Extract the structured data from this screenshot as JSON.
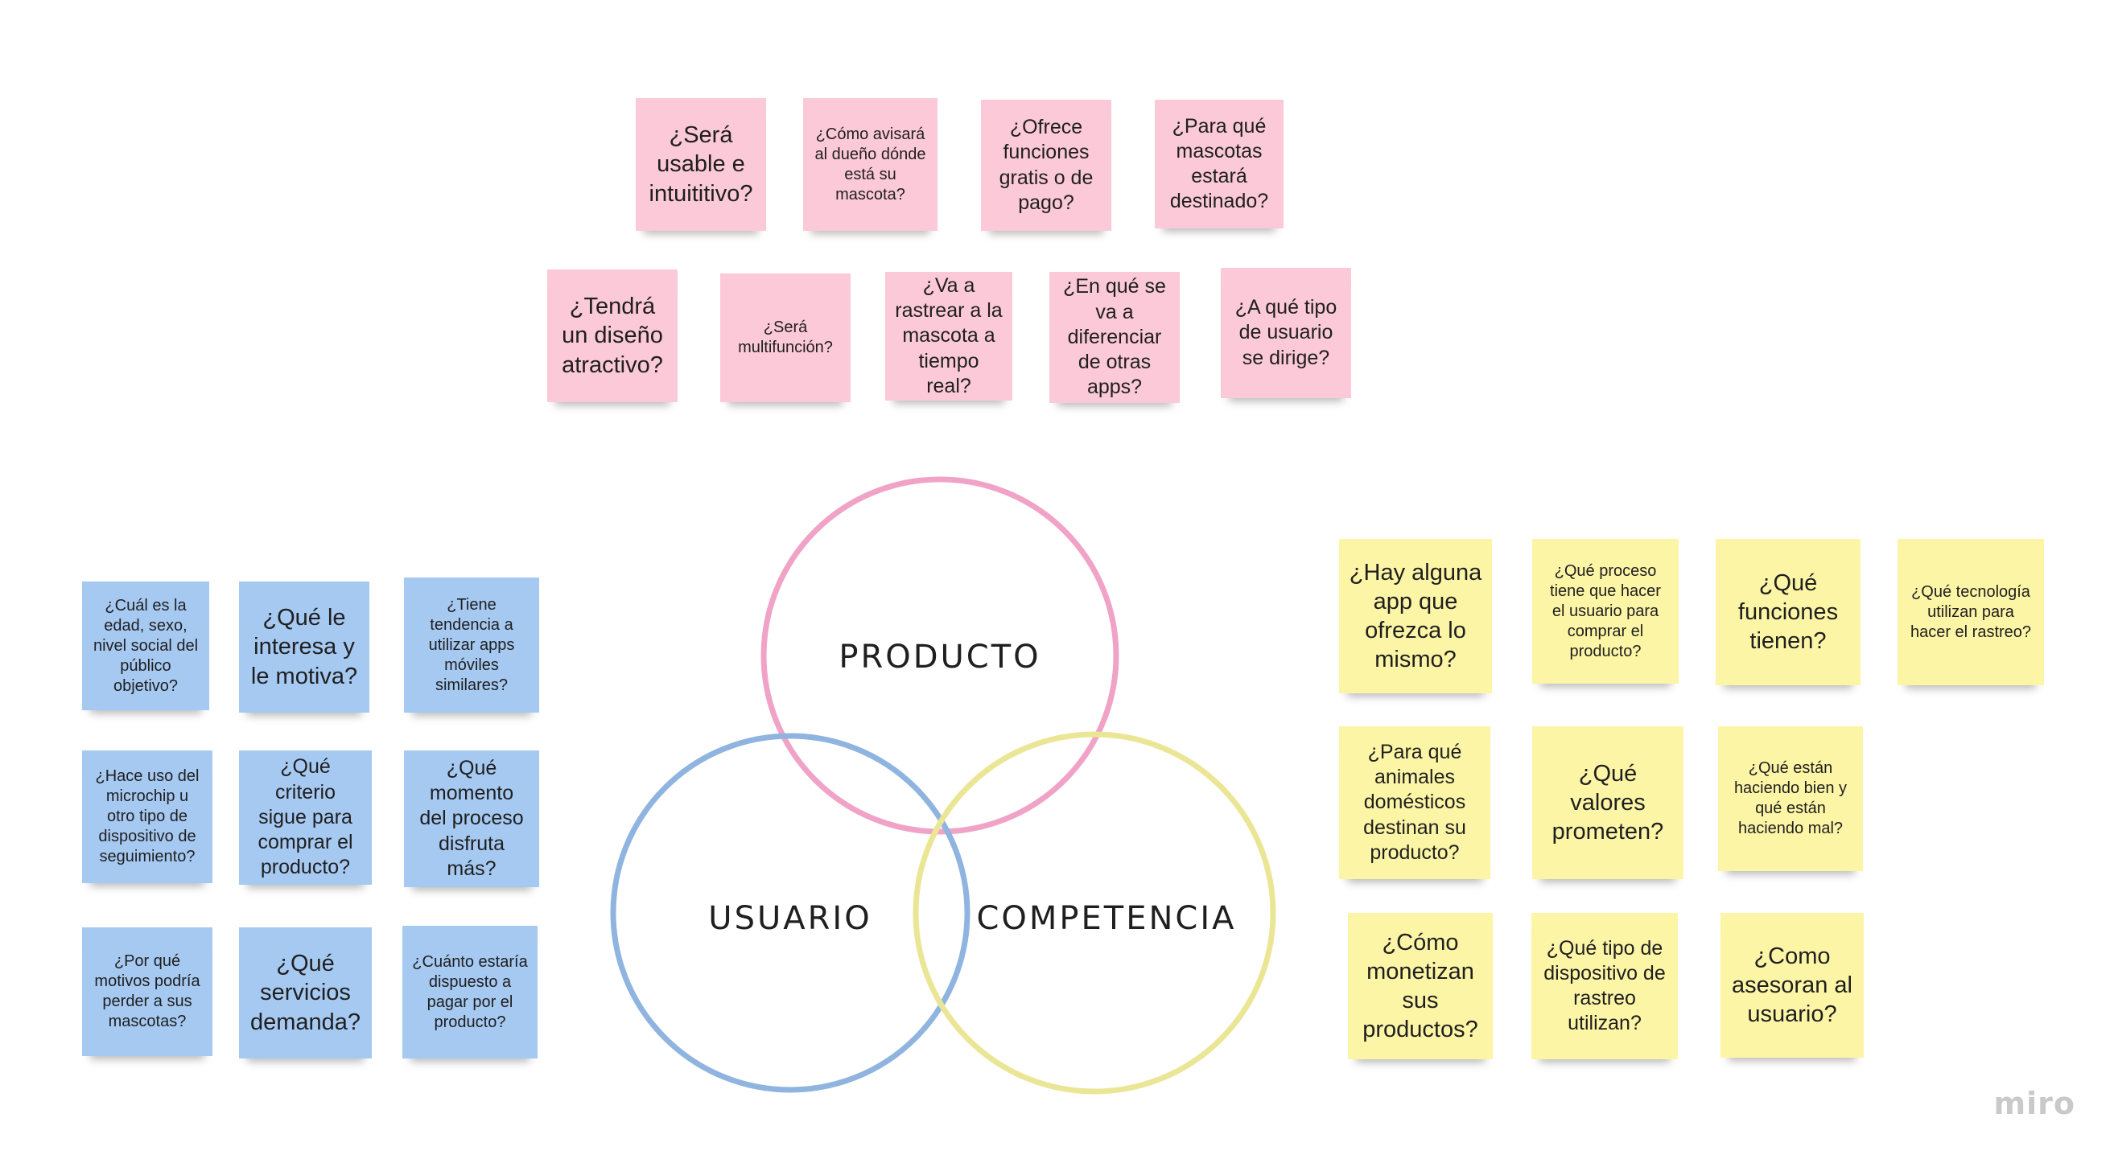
{
  "venn": {
    "producto": {
      "label": "PRODUCTO",
      "color": "#f0a3c6"
    },
    "usuario": {
      "label": "USUARIO",
      "color": "#8fb4df"
    },
    "competencia": {
      "label": "COMPETENCIA",
      "color": "#ebe696"
    }
  },
  "notes": {
    "producto": [
      "¿Será usable e intuititivo?",
      "¿Cómo avisará al dueño dónde está su mascota?",
      "¿Ofrece funciones gratis o de pago?",
      "¿Para qué mascotas estará destinado?",
      "¿Tendrá un diseño atractivo?",
      "¿Será multifunción?",
      "¿Va a rastrear a la mascota a tiempo real?",
      "¿En qué se va a diferenciar de otras apps?",
      "¿A qué tipo de usuario se dirige?"
    ],
    "usuario": [
      "¿Cuál es la edad, sexo, nivel social del público objetivo?",
      "¿Qué le interesa y le motiva?",
      "¿Tiene tendencia a utilizar apps móviles similares?",
      "¿Hace uso del microchip u otro tipo de dispositivo de seguimiento?",
      "¿Qué criterio sigue para comprar el producto?",
      "¿Qué momento del proceso disfruta más?",
      "¿Por qué motivos podría perder a sus mascotas?",
      "¿Qué servicios demanda?",
      "¿Cuánto estaría dispuesto a pagar por el producto?"
    ],
    "competencia": [
      "¿Hay alguna app que ofrezca lo mismo?",
      "¿Qué proceso tiene que hacer el usuario para comprar el producto?",
      "¿Qué funciones tienen?",
      "¿Qué tecnología utilizan para hacer el rastreo?",
      "¿Para qué animales domésticos destinan su producto?",
      "¿Qué valores prometen?",
      "¿Qué están haciendo bien y qué están haciendo mal?",
      "¿Cómo monetizan sus productos?",
      "¿Qué tipo de dispositivo de rastreo utilizan?",
      "¿Como asesoran al usuario?"
    ]
  },
  "colors": {
    "pink_note": "#fcc9d9",
    "blue_note": "#a6c9f2",
    "yellow_note": "#fdf5a6"
  },
  "branding": {
    "logo": "miro"
  }
}
